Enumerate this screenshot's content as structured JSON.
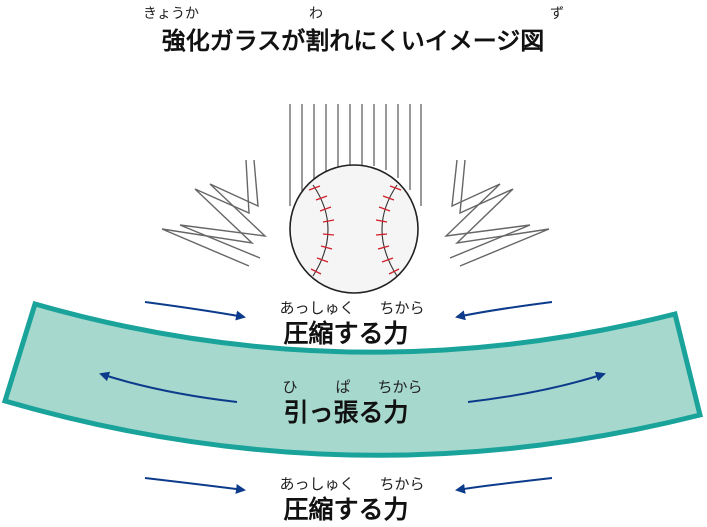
{
  "title": {
    "text": "強化ガラスが割れにくいイメージ図",
    "ruby_kyouka": "きょうか",
    "ruby_wa": "わ",
    "ruby_zu": "ず"
  },
  "labels": {
    "compression_top": {
      "text": "圧縮する力",
      "ruby_asshuku": "あっしゅく",
      "ruby_chikara": "ちから"
    },
    "tension": {
      "text": "引っ張る力",
      "ruby_hi": "ひ",
      "ruby_pa": "ぱ",
      "ruby_chikara": "ちから"
    },
    "compression_bottom": {
      "text": "圧縮する力",
      "ruby_asshuku": "あっしゅく",
      "ruby_chikara": "ちから"
    }
  },
  "colors": {
    "glass_fill": "#a6d8cd",
    "glass_edge": "#1aa39a",
    "arrow": "#0d3b8c",
    "stitch": "#d11f2a",
    "ball_fill": "#f5f5f5",
    "line": "#555555"
  }
}
